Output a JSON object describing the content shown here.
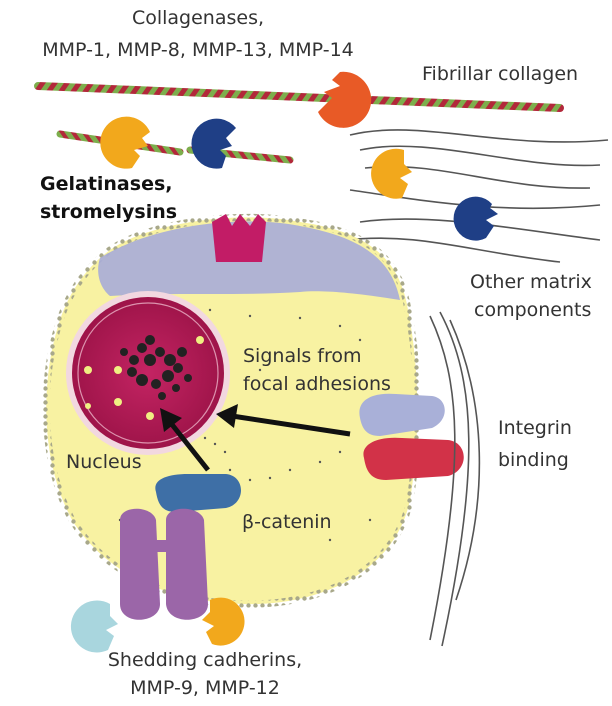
{
  "labels": {
    "collagenases_line1": "Collagenases,",
    "collagenases_line2": "MMP-1, MMP-8, MMP-13, MMP-14",
    "fibrillar_collagen": "Fibrillar collagen",
    "gelatinases_line1": "Gelatinases,",
    "gelatinases_line2": "stromelysins",
    "other_matrix_line1": "Other matrix",
    "other_matrix_line2": "components",
    "signals_line1": "Signals from",
    "signals_line2": "focal adhesions",
    "integrin_line1": "Integrin",
    "integrin_line2": "binding",
    "nucleus": "Nucleus",
    "beta_catenin": "β-catenin",
    "shedding_line1": "Shedding cadherins,",
    "shedding_line2": "MMP-9, MMP-12"
  },
  "colors": {
    "cell_body": "#f8f2a2",
    "cell_outline": "#9a9a5c",
    "membrane_bead": "#9e9e7c",
    "cortex": "#a7acd8",
    "nucleus": "#b41e56",
    "nucleus_ring": "#f2d8e0",
    "chromatin": "#222222",
    "collagen_green": "#7dae4c",
    "collagen_red": "#b2283a",
    "mmp_orange": "#e85a26",
    "mmp_yellow": "#f2a81c",
    "mmp_blue": "#1f3f86",
    "mmp_lightblue": "#a9d6de",
    "cadherin": "#9b66a8",
    "integrin_top": "#a9b0d8",
    "integrin_bottom": "#d23248",
    "beta_catenin": "#3e6fa6",
    "channel": "#c21c66",
    "arrow": "#111111"
  }
}
